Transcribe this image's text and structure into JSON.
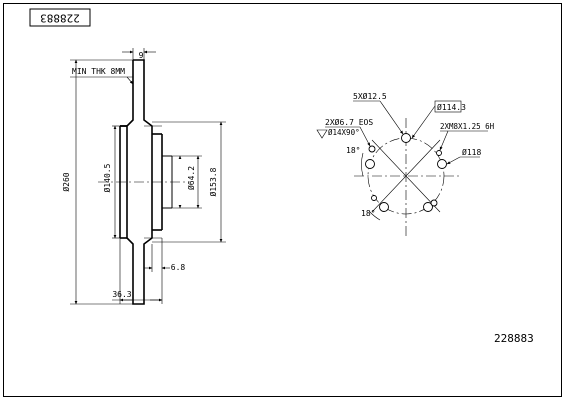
{
  "title_block": {
    "part_number_rotated": "228883",
    "part_number": "228883"
  },
  "side_view": {
    "labels": {
      "min_thickness": "MIN THK 8MM",
      "dim_9": "9",
      "dia_260": "Ø260",
      "dia_140_5": "Ø140.5",
      "dia_64_2": "Ø64.2",
      "dia_153_8": "Ø153.8",
      "dim_6_8": "6.8",
      "dim_36_3": "36.3"
    }
  },
  "front_view": {
    "labels": {
      "bolt_holes": "5XØ12.5",
      "pcd": "Ø114.3",
      "eos_holes": "2XØ6.7 EOS",
      "countersink": "Ø14X90°",
      "thread": "2XM8X1.25 6H",
      "center_bore": "Ø118",
      "angle_top": "18°",
      "angle_bottom": "18°"
    }
  }
}
